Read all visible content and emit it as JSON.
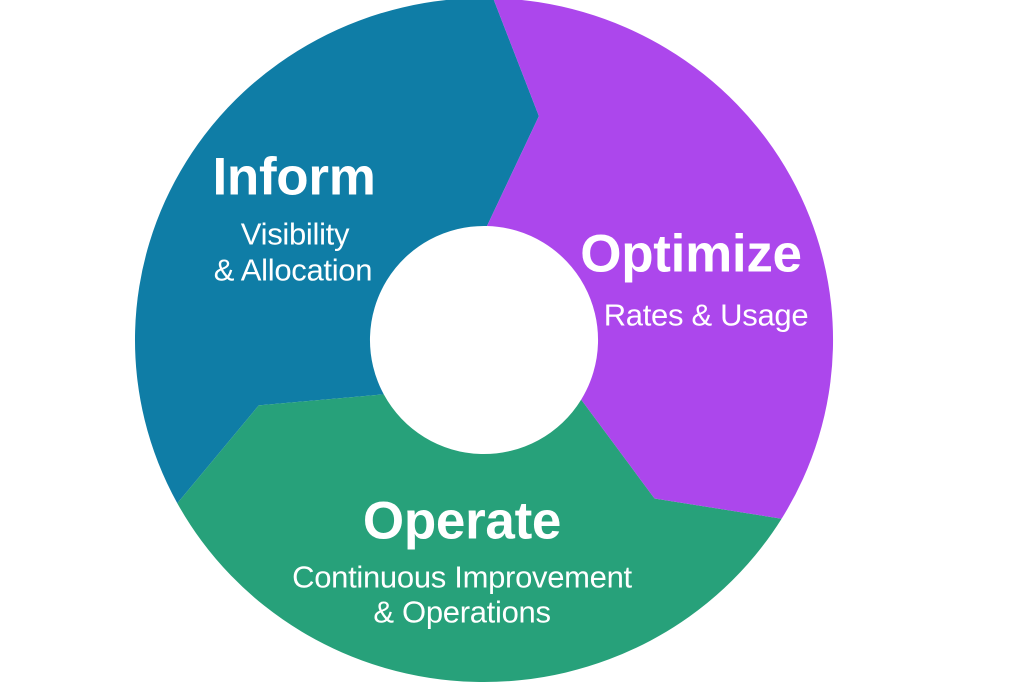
{
  "background_color": "#FFFFFF",
  "text_color": "#FFFFFF",
  "segments": [
    {
      "name": "Inform",
      "title": "Inform",
      "subtitle_lines": [
        "Visibility",
        "& Allocation"
      ],
      "color": "#0F7DA6"
    },
    {
      "name": "Optimize",
      "title": "Optimize",
      "subtitle_lines": [
        "Rates & Usage"
      ],
      "color": "#AC47EC"
    },
    {
      "name": "Operate",
      "title": "Operate",
      "subtitle_lines": [
        "Continuous Improvement",
        "& Operations"
      ],
      "color": "#27A17A"
    }
  ],
  "cycle_order": [
    "Inform",
    "Optimize",
    "Operate"
  ]
}
